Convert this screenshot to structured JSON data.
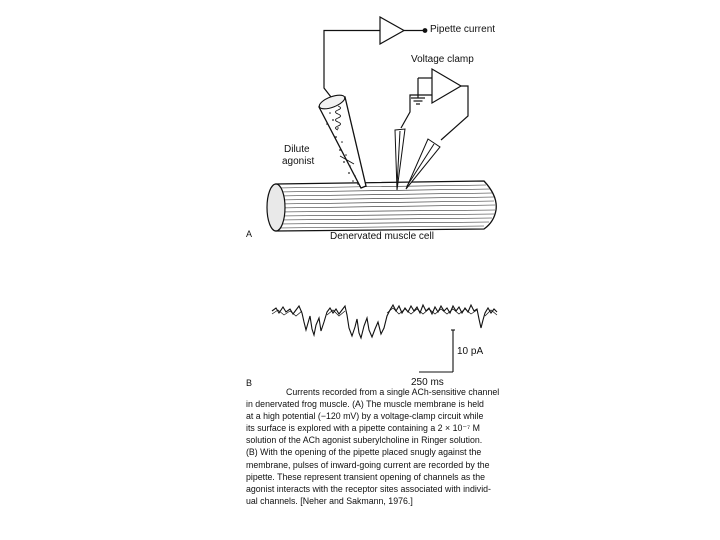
{
  "labels": {
    "pipette_current": "Pipette current",
    "voltage_clamp": "Voltage clamp",
    "dilute": "Dilute",
    "agonist": "agonist",
    "panel_a": "A",
    "cell": "Denervated muscle cell",
    "panel_b": "B",
    "scale_current": "10 pA",
    "scale_time": "250 ms"
  },
  "caption": [
    "Currents recorded from a single ACh-sensitive channel",
    "in denervated frog muscle. (A) The muscle membrane is held",
    "at a high potential (−120 mV) by a voltage-clamp circuit while",
    "its surface is explored with a pipette containing a 2 × 10⁻⁷ M",
    "solution of the ACh agonist suberylcholine in Ringer solution.",
    "(B) With the opening of the pipette placed snugly against the",
    "membrane, pulses of inward-going current are recorded by the",
    "pipette. These represent transient opening of channels as the",
    "agonist interacts with the receptor sites associated with individ-",
    "ual channels. [Neher and Sakmann, 1976.]"
  ]
}
